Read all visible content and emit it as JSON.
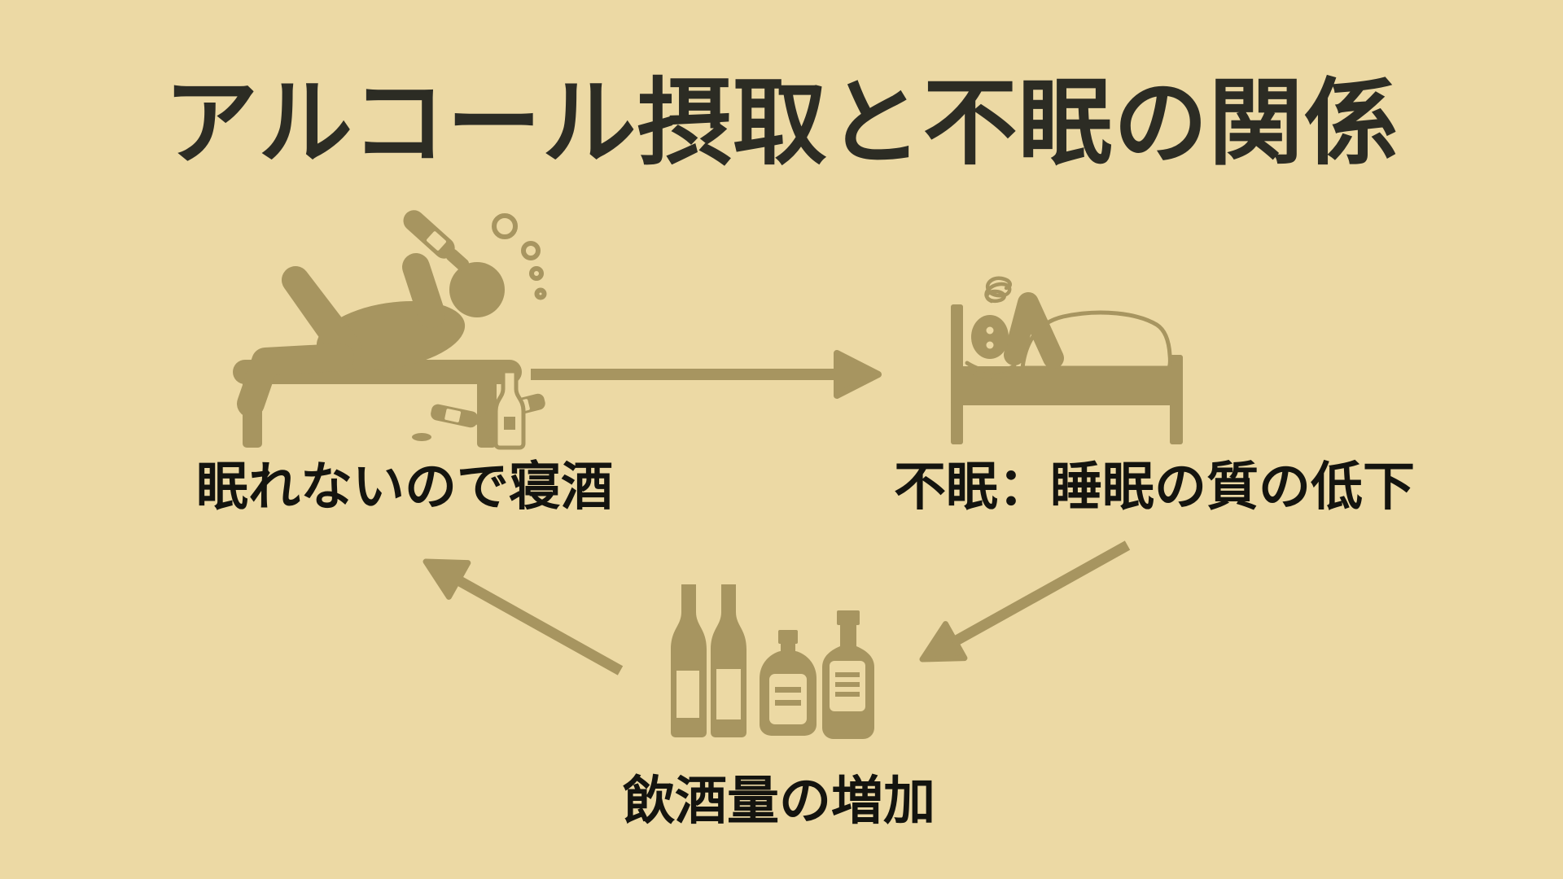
{
  "title": "アルコール摂取と不眠の関係",
  "colors": {
    "background": "#ECD9A4",
    "icon": "#A79560",
    "title_text": "#2C2C24",
    "label_text": "#14140F"
  },
  "nodes": [
    {
      "id": "nightcap",
      "label": "眠れないので寝酒",
      "icon": "drunk-person-drinking-on-bench-icon",
      "position": "top-left"
    },
    {
      "id": "insomnia",
      "label": "不眠：睡眠の質の低下",
      "icon": "sleepless-person-in-bed-icon",
      "position": "top-right"
    },
    {
      "id": "increase",
      "label": "飲酒量の増加",
      "icon": "alcohol-bottles-icon",
      "position": "bottom-center"
    }
  ],
  "edges": [
    {
      "from": "nightcap",
      "to": "insomnia",
      "direction": "right"
    },
    {
      "from": "insomnia",
      "to": "increase",
      "direction": "down-left"
    },
    {
      "from": "increase",
      "to": "nightcap",
      "direction": "up-left"
    }
  ]
}
